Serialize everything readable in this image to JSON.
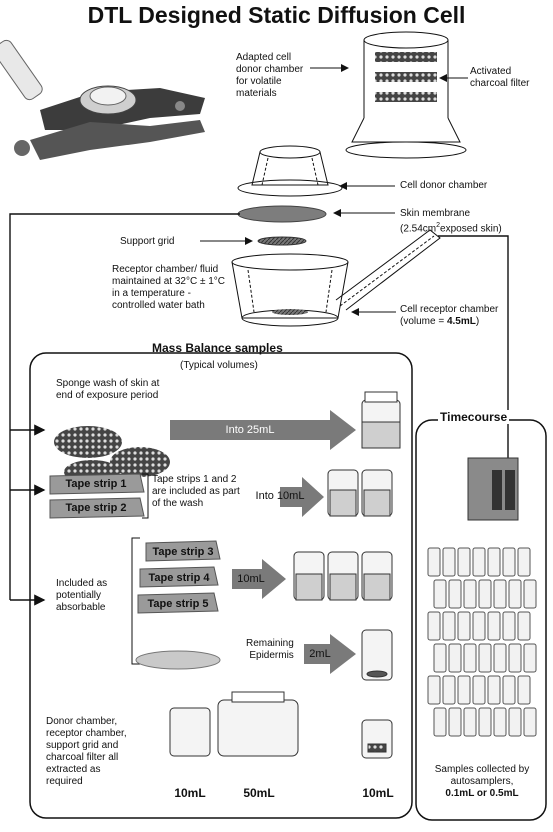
{
  "title": "DTL Designed Static Diffusion Cell",
  "labels": {
    "adapted_donor": [
      "Adapted cell",
      "donor chamber",
      "for volatile",
      "materials"
    ],
    "charcoal_filter": [
      "Activated",
      "charcoal filter"
    ],
    "cell_donor": "Cell donor chamber",
    "skin_membrane": [
      "Skin membrane",
      "(2.54cm",
      "2",
      "exposed skin)"
    ],
    "support_grid": "Support grid",
    "receptor_fluid": [
      "Receptor chamber/ fluid",
      "maintained at 32°C ± 1°C",
      "in a temperature -",
      "controlled water bath"
    ],
    "cell_receptor": [
      "Cell receptor chamber",
      "(volume = ",
      "4.5mL",
      ")"
    ]
  },
  "mass_balance": {
    "title": "Mass Balance samples",
    "subtitle": "(Typical volumes)",
    "sponge_wash": [
      "Sponge wash of skin at",
      "end of exposure period"
    ],
    "into_25": "Into 25mL",
    "tape1": "Tape strip 1",
    "tape2": "Tape strip 2",
    "tape_note": [
      "Tape strips 1 and 2",
      "are included as part",
      "of the wash"
    ],
    "into_10": "Into 10mL",
    "tape3": "Tape strip 3",
    "tape4": "Tape strip 4",
    "tape5": "Tape strip 5",
    "absorbable": [
      "Included as",
      "potentially",
      "absorbable"
    ],
    "vol_10": "10mL",
    "remaining": [
      "Remaining",
      "Epidermis"
    ],
    "vol_2": "2mL",
    "donor_note": [
      "Donor chamber,",
      "receptor chamber,",
      "support grid and",
      "charcoal filter all",
      "extracted as",
      "required"
    ],
    "jar1": "10mL",
    "jar2": "50mL",
    "jar3": "10mL"
  },
  "timecourse": {
    "title": "Timecourse",
    "note": [
      "Samples collected by",
      "autosamplers,",
      "0.1mL or 0.5mL"
    ]
  },
  "colors": {
    "arrow": "#7a7a7a",
    "line": "#111111",
    "fill": "#8a8a8a",
    "light": "#d9d9d9"
  }
}
